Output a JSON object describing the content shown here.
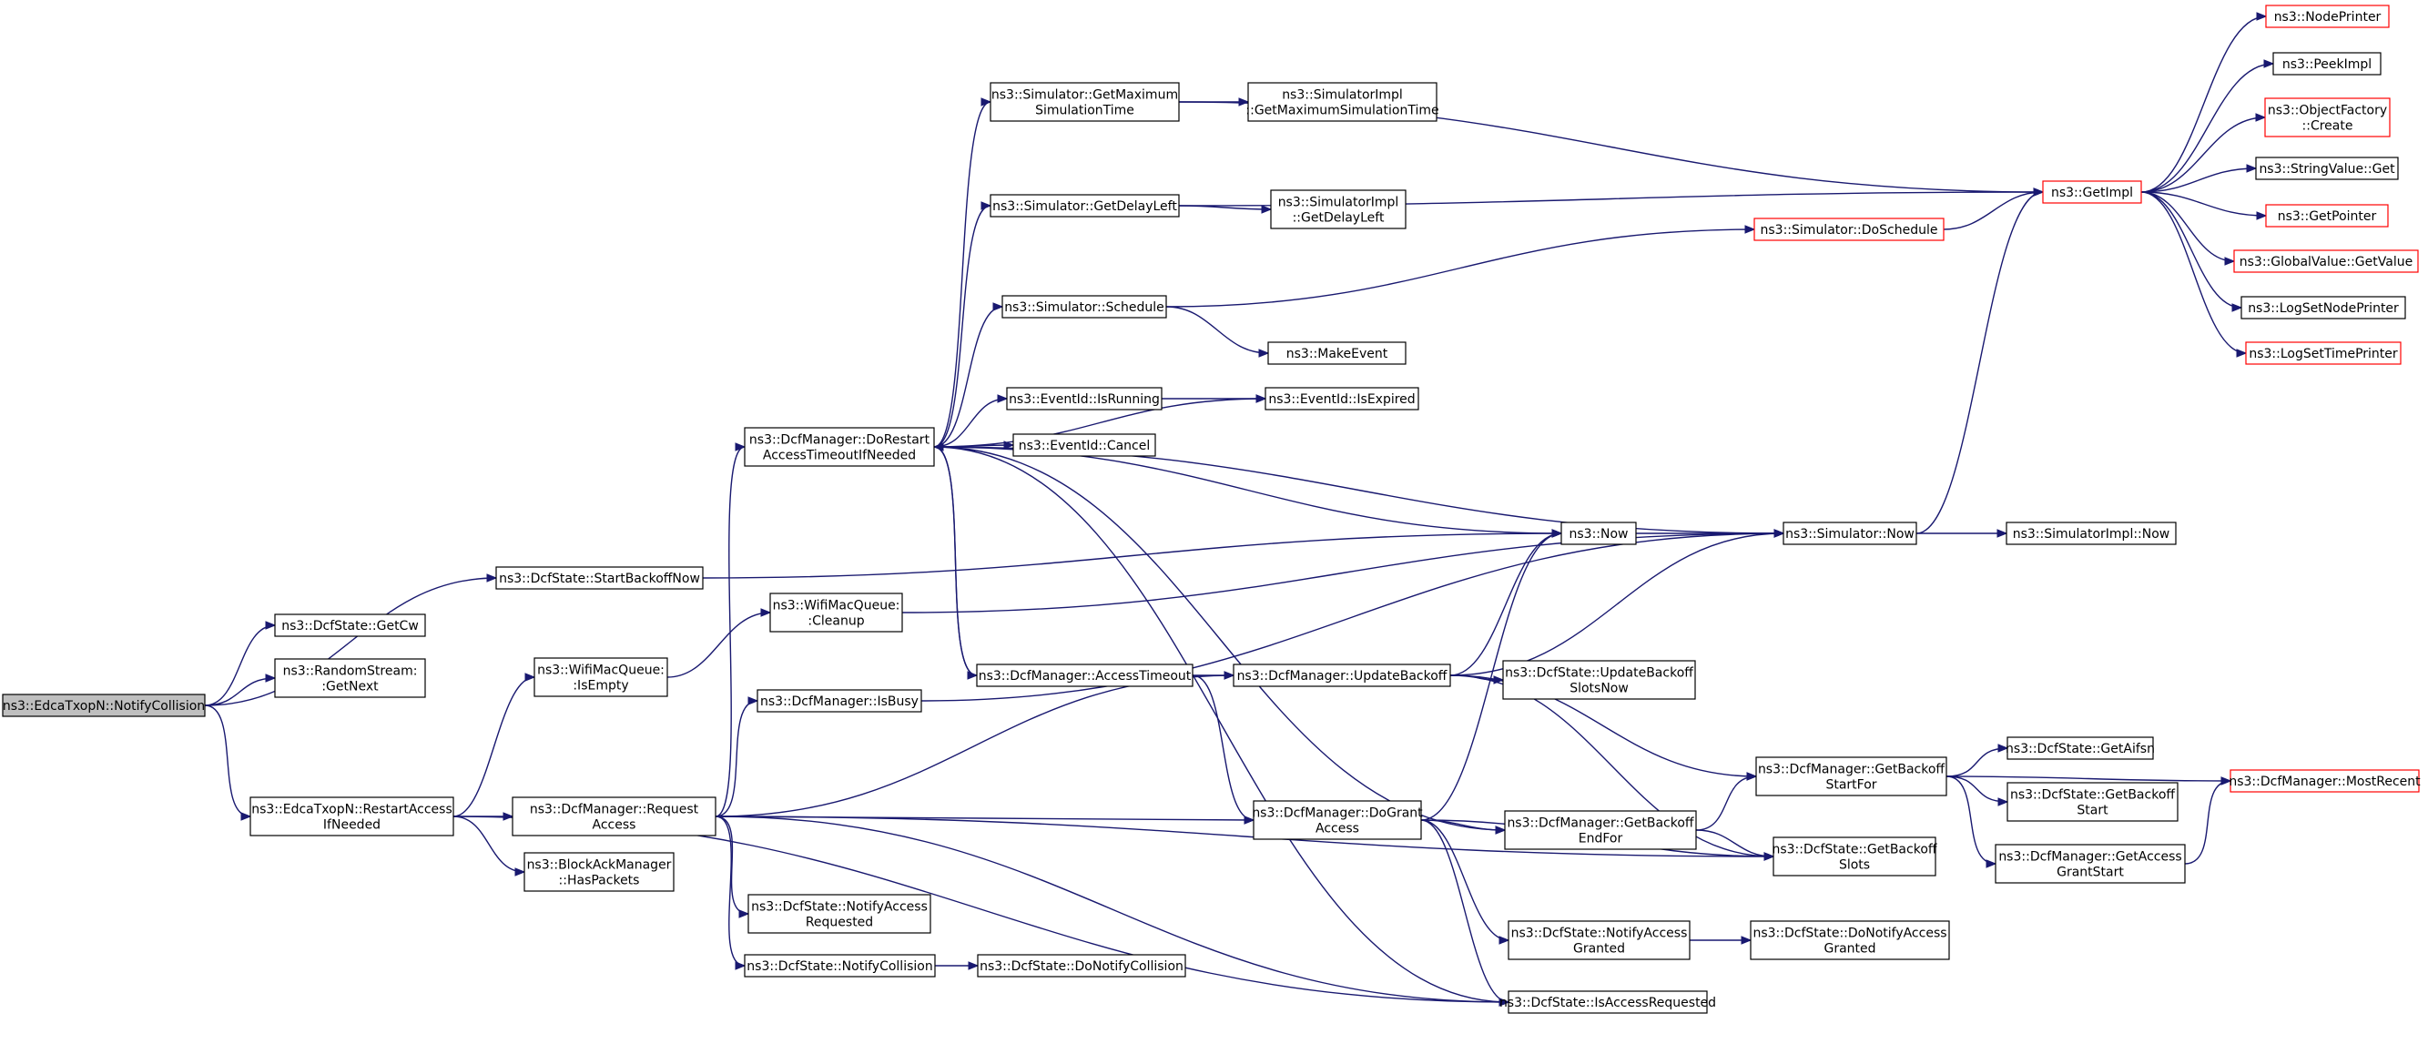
{
  "graph": {
    "edge_color": "#191970",
    "highlight_border_color": "#ff0000",
    "root_fill": "#bfbfbf",
    "nodes": {
      "n_root": {
        "lines": [
          "ns3::EdcaTxopN::NotifyCollision"
        ],
        "style": "root"
      },
      "n_getcw": {
        "lines": [
          "ns3::DcfState::GetCw"
        ]
      },
      "n_getnext": {
        "lines": [
          "ns3::RandomStream:",
          ":GetNext"
        ]
      },
      "n_startbackoff": {
        "lines": [
          "ns3::DcfState::StartBackoffNow"
        ]
      },
      "n_restart": {
        "lines": [
          "ns3::EdcaTxopN::RestartAccess",
          "IfNeeded"
        ]
      },
      "n_isempty": {
        "lines": [
          "ns3::WifiMacQueue:",
          ":IsEmpty"
        ]
      },
      "n_cleanup": {
        "lines": [
          "ns3::WifiMacQueue:",
          ":Cleanup"
        ]
      },
      "n_reqaccess": {
        "lines": [
          "ns3::DcfManager::Request",
          "Access"
        ]
      },
      "n_haspackets": {
        "lines": [
          "ns3::BlockAckManager",
          "::HasPackets"
        ]
      },
      "n_isbusy": {
        "lines": [
          "ns3::DcfManager::IsBusy"
        ]
      },
      "n_notifyaccreq": {
        "lines": [
          "ns3::DcfState::NotifyAccess",
          "Requested"
        ]
      },
      "n_notifycoll": {
        "lines": [
          "ns3::DcfState::NotifyCollision"
        ]
      },
      "n_donotifycoll": {
        "lines": [
          "ns3::DcfState::DoNotifyCollision"
        ]
      },
      "n_dorestart": {
        "lines": [
          "ns3::DcfManager::DoRestart",
          "AccessTimeoutIfNeeded"
        ]
      },
      "n_getmaxsim": {
        "lines": [
          "ns3::Simulator::GetMaximum",
          "SimulationTime"
        ]
      },
      "n_getdelay": {
        "lines": [
          "ns3::Simulator::GetDelayLeft"
        ]
      },
      "n_schedule": {
        "lines": [
          "ns3::Simulator::Schedule"
        ]
      },
      "n_isrunning": {
        "lines": [
          "ns3::EventId::IsRunning"
        ]
      },
      "n_cancel": {
        "lines": [
          "ns3::EventId::Cancel"
        ]
      },
      "n_accesstimeout": {
        "lines": [
          "ns3::DcfManager::AccessTimeout"
        ]
      },
      "n_simimplmax": {
        "lines": [
          "ns3::SimulatorImpl",
          "::GetMaximumSimulationTime"
        ]
      },
      "n_simimpldelay": {
        "lines": [
          "ns3::SimulatorImpl",
          "::GetDelayLeft"
        ]
      },
      "n_makeevent": {
        "lines": [
          "ns3::MakeEvent"
        ]
      },
      "n_isexpired": {
        "lines": [
          "ns3::EventId::IsExpired"
        ]
      },
      "n_now": {
        "lines": [
          "ns3::Now"
        ]
      },
      "n_updatebackoff": {
        "lines": [
          "ns3::DcfManager::UpdateBackoff"
        ]
      },
      "n_dogrant": {
        "lines": [
          "ns3::DcfManager::DoGrant",
          "Access"
        ]
      },
      "n_getbackoffend": {
        "lines": [
          "ns3::DcfManager::GetBackoff",
          "EndFor"
        ]
      },
      "n_notifyaccgranted": {
        "lines": [
          "ns3::DcfState::NotifyAccess",
          "Granted"
        ]
      },
      "n_isaccreq": {
        "lines": [
          "ns3::DcfState::IsAccessRequested"
        ]
      },
      "n_doschedule": {
        "lines": [
          "ns3::Simulator::DoSchedule"
        ],
        "style": "red"
      },
      "n_simnow": {
        "lines": [
          "ns3::Simulator::Now"
        ]
      },
      "n_updateslots": {
        "lines": [
          "ns3::DcfState::UpdateBackoff",
          "SlotsNow"
        ]
      },
      "n_getbackoffstart": {
        "lines": [
          "ns3::DcfManager::GetBackoff",
          "StartFor"
        ]
      },
      "n_getbackoffslots": {
        "lines": [
          "ns3::DcfState::GetBackoff",
          "Slots"
        ]
      },
      "n_donotifygranted": {
        "lines": [
          "ns3::DcfState::DoNotifyAccess",
          "Granted"
        ]
      },
      "n_getimpl": {
        "lines": [
          "ns3::GetImpl"
        ],
        "style": "red"
      },
      "n_simimplnow": {
        "lines": [
          "ns3::SimulatorImpl::Now"
        ]
      },
      "n_getaifsn": {
        "lines": [
          "ns3::DcfState::GetAifsn"
        ]
      },
      "n_getbackoffstate": {
        "lines": [
          "ns3::DcfState::GetBackoff",
          "Start"
        ]
      },
      "n_getaccgrant": {
        "lines": [
          "ns3::DcfManager::GetAccess",
          "GrantStart"
        ]
      },
      "n_mostrecent": {
        "lines": [
          "ns3::DcfManager::MostRecent"
        ],
        "style": "red"
      },
      "n_nodeprinter": {
        "lines": [
          "ns3::NodePrinter"
        ],
        "style": "red"
      },
      "n_peekimpl": {
        "lines": [
          "ns3::PeekImpl"
        ]
      },
      "n_objfactory": {
        "lines": [
          "ns3::ObjectFactory",
          "::Create"
        ],
        "style": "red"
      },
      "n_stringvalue": {
        "lines": [
          "ns3::StringValue::Get"
        ]
      },
      "n_getpointer": {
        "lines": [
          "ns3::GetPointer"
        ],
        "style": "red"
      },
      "n_globalvalue": {
        "lines": [
          "ns3::GlobalValue::GetValue"
        ],
        "style": "red"
      },
      "n_lognodeprinter": {
        "lines": [
          "ns3::LogSetNodePrinter"
        ]
      },
      "n_logtimeprinter": {
        "lines": [
          "ns3::LogSetTimePrinter"
        ],
        "style": "red"
      }
    },
    "edges": [
      [
        "n_root",
        "n_getcw"
      ],
      [
        "n_root",
        "n_getnext"
      ],
      [
        "n_root",
        "n_startbackoff"
      ],
      [
        "n_root",
        "n_restart"
      ],
      [
        "n_restart",
        "n_isempty"
      ],
      [
        "n_restart",
        "n_reqaccess"
      ],
      [
        "n_restart",
        "n_haspackets"
      ],
      [
        "n_restart",
        "n_isaccreq"
      ],
      [
        "n_isempty",
        "n_cleanup"
      ],
      [
        "n_startbackoff",
        "n_now"
      ],
      [
        "n_cleanup",
        "n_simnow"
      ],
      [
        "n_reqaccess",
        "n_dorestart"
      ],
      [
        "n_reqaccess",
        "n_isbusy"
      ],
      [
        "n_reqaccess",
        "n_updatebackoff"
      ],
      [
        "n_reqaccess",
        "n_dogrant"
      ],
      [
        "n_reqaccess",
        "n_notifyaccreq"
      ],
      [
        "n_reqaccess",
        "n_notifycoll"
      ],
      [
        "n_reqaccess",
        "n_isaccreq"
      ],
      [
        "n_reqaccess",
        "n_getbackoffslots"
      ],
      [
        "n_isbusy",
        "n_simnow"
      ],
      [
        "n_notifycoll",
        "n_donotifycoll"
      ],
      [
        "n_dorestart",
        "n_getmaxsim"
      ],
      [
        "n_dorestart",
        "n_getdelay"
      ],
      [
        "n_dorestart",
        "n_schedule"
      ],
      [
        "n_dorestart",
        "n_isexpired"
      ],
      [
        "n_dorestart",
        "n_isrunning"
      ],
      [
        "n_dorestart",
        "n_cancel"
      ],
      [
        "n_dorestart",
        "n_now"
      ],
      [
        "n_dorestart",
        "n_simnow"
      ],
      [
        "n_dorestart",
        "n_accesstimeout"
      ],
      [
        "n_dorestart",
        "n_getbackoffend"
      ],
      [
        "n_dorestart",
        "n_isaccreq"
      ],
      [
        "n_accesstimeout",
        "n_dorestart"
      ],
      [
        "n_accesstimeout",
        "n_updatebackoff"
      ],
      [
        "n_accesstimeout",
        "n_dogrant"
      ],
      [
        "n_getmaxsim",
        "n_simimplmax"
      ],
      [
        "n_getmaxsim",
        "n_getimpl"
      ],
      [
        "n_getdelay",
        "n_simimpldelay"
      ],
      [
        "n_getdelay",
        "n_getimpl"
      ],
      [
        "n_schedule",
        "n_makeevent"
      ],
      [
        "n_schedule",
        "n_doschedule"
      ],
      [
        "n_isrunning",
        "n_isexpired"
      ],
      [
        "n_doschedule",
        "n_getimpl"
      ],
      [
        "n_now",
        "n_simnow"
      ],
      [
        "n_simnow",
        "n_simimplnow"
      ],
      [
        "n_simnow",
        "n_getimpl"
      ],
      [
        "n_updatebackoff",
        "n_now"
      ],
      [
        "n_updatebackoff",
        "n_simnow"
      ],
      [
        "n_updatebackoff",
        "n_updateslots"
      ],
      [
        "n_updatebackoff",
        "n_getbackoffstart"
      ],
      [
        "n_updatebackoff",
        "n_getbackoffslots"
      ],
      [
        "n_dogrant",
        "n_now"
      ],
      [
        "n_dogrant",
        "n_getbackoffend"
      ],
      [
        "n_dogrant",
        "n_getbackoffslots"
      ],
      [
        "n_dogrant",
        "n_notifyaccgranted"
      ],
      [
        "n_dogrant",
        "n_isaccreq"
      ],
      [
        "n_getbackoffend",
        "n_getbackoffstart"
      ],
      [
        "n_getbackoffend",
        "n_getbackoffslots"
      ],
      [
        "n_notifyaccgranted",
        "n_donotifygranted"
      ],
      [
        "n_getbackoffstart",
        "n_getaifsn"
      ],
      [
        "n_getbackoffstart",
        "n_getbackoffstate"
      ],
      [
        "n_getbackoffstart",
        "n_getaccgrant"
      ],
      [
        "n_getbackoffstart",
        "n_mostrecent"
      ],
      [
        "n_getaccgrant",
        "n_mostrecent"
      ],
      [
        "n_getimpl",
        "n_nodeprinter"
      ],
      [
        "n_getimpl",
        "n_peekimpl"
      ],
      [
        "n_getimpl",
        "n_objfactory"
      ],
      [
        "n_getimpl",
        "n_stringvalue"
      ],
      [
        "n_getimpl",
        "n_getpointer"
      ],
      [
        "n_getimpl",
        "n_globalvalue"
      ],
      [
        "n_getimpl",
        "n_lognodeprinter"
      ],
      [
        "n_getimpl",
        "n_logtimeprinter"
      ]
    ]
  }
}
